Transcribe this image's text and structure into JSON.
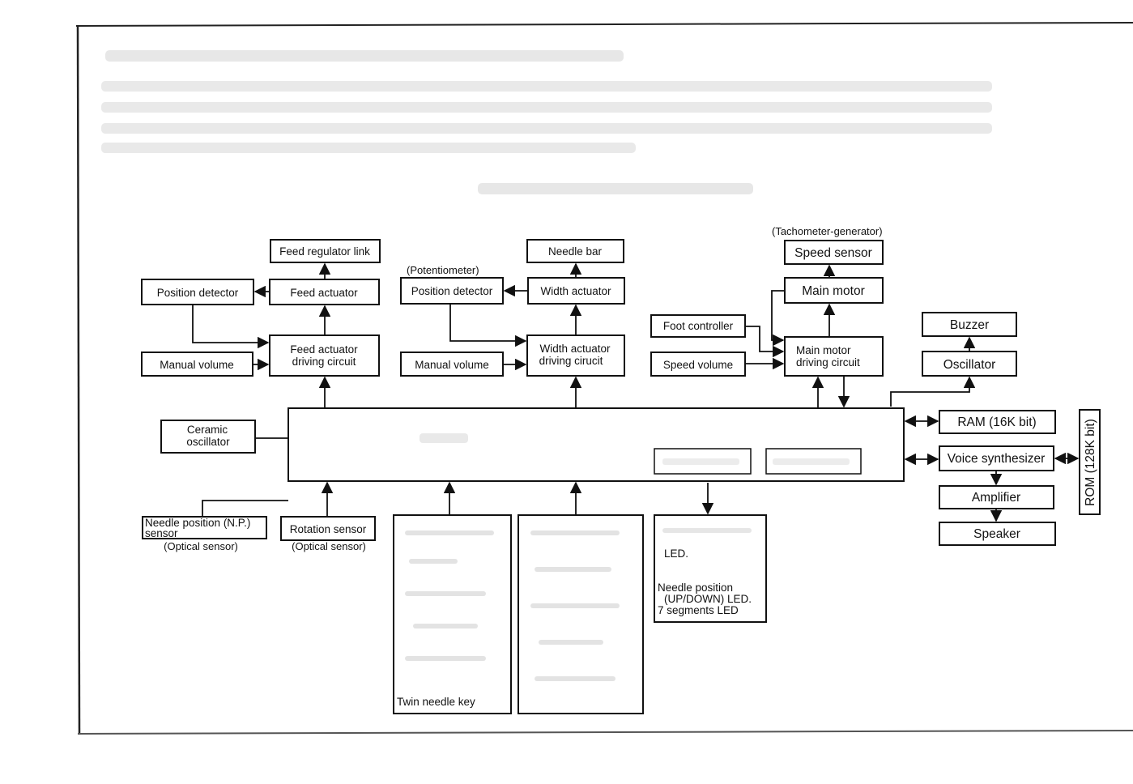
{
  "diagram": {
    "tachometer_note": "(Tachometer-generator)",
    "potentiometer_note": "(Potentiometer)",
    "feed_regulator_link": "Feed regulator link",
    "feed_position_detector": "Position detector",
    "feed_actuator": "Feed actuator",
    "feed_driving_circuit": [
      "Feed actuator",
      "driving circuit"
    ],
    "feed_manual_volume": "Manual volume",
    "needle_bar": "Needle bar",
    "width_position_detector": "Position detector",
    "width_actuator": "Width actuator",
    "width_driving_circuit": [
      "Width actuator",
      "driving cirucit"
    ],
    "width_manual_volume": "Manual volume",
    "speed_sensor": "Speed sensor",
    "main_motor": "Main motor",
    "main_motor_driving_circuit": [
      "Main motor",
      "driving circuit"
    ],
    "foot_controller": "Foot controller",
    "speed_volume": "Speed volume",
    "buzzer": "Buzzer",
    "oscillator": "Oscillator",
    "ram": "RAM (16K bit)",
    "voice_synthesizer": "Voice synthesizer",
    "rom": "ROM (128K bit)",
    "amplifier": "Amplifier",
    "speaker": "Speaker",
    "ceramic_oscillator": [
      "Ceramic",
      "oscillator"
    ],
    "np_sensor": [
      "Needle position (N.P.)",
      "sensor"
    ],
    "np_sensor_note": "(Optical sensor)",
    "rotation_sensor": "Rotation sensor",
    "rotation_sensor_note": "(Optical sensor)",
    "twin_needle_key": "Twin needle key",
    "led_panel": [
      "LED.",
      "Needle position",
      "(UP/DOWN) LED.",
      "7 segments LED"
    ]
  }
}
